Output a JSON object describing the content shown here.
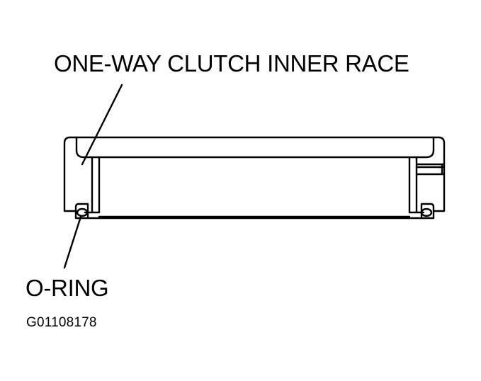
{
  "labels": {
    "inner_race": "ONE-WAY CLUTCH INNER RACE",
    "o_ring": "O-RING",
    "figure_code": "G01108178"
  },
  "colors": {
    "ink": "#000000",
    "paper": "#ffffff"
  }
}
